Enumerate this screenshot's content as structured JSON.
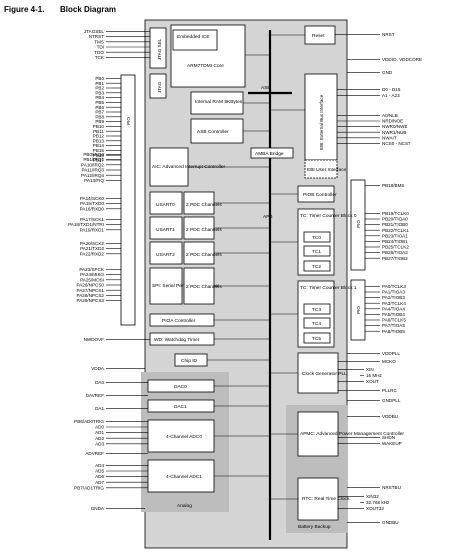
{
  "figure": {
    "number": "Figure 4-1.",
    "title": "Block Diagram"
  },
  "blocks": {
    "jtagsel_mux": "JTAG SEL",
    "embedded_ice": "Embedded ICE",
    "arm_core": "ARM7TDMI Core",
    "jtag": "JTAG",
    "internal_ram": "Internal RAM 8KBytes",
    "asb_controller": "ASB Controller",
    "asb": "ASB",
    "ebi": "EBI: External Bus Interface",
    "ebi_user": "EBI User Interface",
    "reset": "Reset",
    "amba_bridge": "AMBA Bridge",
    "aic": "AIC: Advanced Interrupt Controller",
    "pio_a_bar": "PIO",
    "usart0": "USART0",
    "usart1": "USART1",
    "usart2": "USART2",
    "pdc_ch": "2 PDC Channels",
    "spi": "SPI: Serial Peripheral Interface",
    "pioa_controller": "PIOA Controller",
    "watchdog": "WD: Watchdog Timer",
    "chip_id": "Chip ID",
    "dac0": "DAC0",
    "dac1": "DAC1",
    "adc0": "4-Channel ADC0",
    "adc1": "4-Channel ADC1",
    "analog_label": "Analog",
    "apb": "APB",
    "piob_controller": "PIOB Controller",
    "pio_b_bar": "PIO",
    "tc_block0": "TC: Timer Counter Block 0",
    "tc0": "TC0",
    "tc1": "TC1",
    "tc2": "TC2",
    "tc_block1": "TC: Timer Counter Block 1",
    "tc3": "TC3",
    "tc4": "TC4",
    "tc5": "TC5",
    "clock_gen": "Clock Generator PLL",
    "apmc": "APMC: Advanced Power Management Controller",
    "rtc": "RTC: Real Time Clock",
    "battery_label": "Battery Backup"
  },
  "pins": {
    "jtag": [
      "JTAGSEL",
      "NTRST",
      "TMS",
      "TDI",
      "TDO",
      "TCK"
    ],
    "pio_a_left": [
      "PB0",
      "PB1",
      "PB2",
      "PB3",
      "PB4",
      "PB5",
      "PB6",
      "PB7",
      "PB8",
      "PB9",
      "PB10",
      "PB11",
      "PB12",
      "PB13",
      "PB14",
      "PB15",
      "PB16",
      "PB17"
    ],
    "irq": [
      "PB0/IRQ0",
      "PB1/IRQ1",
      "PA10/IRQ2",
      "PA11/IRQ3",
      "PA12/IRQ4",
      "PA13/FIQ"
    ],
    "usart0": [
      "PA14/SCK0",
      "PA15/TXD0",
      "PA16/RXD0"
    ],
    "usart1": [
      "PA17/SCK1",
      "PA18/TXD1/NTRI",
      "PA19/RXD1"
    ],
    "usart2": [
      "PA20/SCK2",
      "PA21/TXD2",
      "PA22/RXD2"
    ],
    "spi": [
      "PA23/SPCK",
      "PA24/MISO",
      "PA25/MOSI",
      "PA26/NPCS0",
      "PA27/NPCS1",
      "PA28/NPCS2",
      "PA29/NPCS3"
    ],
    "nwdovf": "NWDOVF",
    "vdda": "VDDA",
    "dac_pins": [
      "DA0",
      "DAVREF",
      "DA1"
    ],
    "adc0_pins": [
      "PB6/AD0TRIG",
      "AD0",
      "AD1",
      "AD2",
      "AD3"
    ],
    "advref": "ADVREF",
    "adc1_pins": [
      "AD4",
      "AD5",
      "AD6",
      "AD7",
      "PB7/AD1TRIG"
    ],
    "gnda": "GNDA",
    "nrst": "NRST",
    "vdd_core": "VDDIO, VDDCORE",
    "gnd": "GND",
    "data_addr": [
      "D0 - D15",
      "A1 - A23"
    ],
    "ebi_ctrl": [
      "A0/NLB",
      "NRD/NOE",
      "NWR0/NWE",
      "NWR1/NUB",
      "NWAIT",
      "NCS0 - NCS7"
    ],
    "pb18": "PB18/BMS",
    "tc0_pins": [
      "PB19/TCLK0",
      "PB20/TIOA0",
      "PB21/TIOB0",
      "PB22/TCLK1",
      "PB23/TIOA1",
      "PB24/TIOB1",
      "PB25/TCLK2",
      "PB26/TIOA2",
      "PB27/TIOB2"
    ],
    "tc1_pins": [
      "PA0/TCLK3",
      "PA1/TIOA3",
      "PA2/TIOB3",
      "PA3/TCLK4",
      "PA4/TIOA4",
      "PA5/TIOB4",
      "PA6/TCLK5",
      "PA7/TIOA5",
      "PA8/TIOB5"
    ],
    "vddpll": "VDDPLL",
    "mcko": "MCKO",
    "xin": "XIN",
    "freq": "16 MHz",
    "xout": "XOUT",
    "pllrc": "PLLRC",
    "gndpll": "GNDPLL",
    "vddbu": "VDDBU",
    "shdn": "SHDN",
    "wakeup": "WAKEUP",
    "nrstbu": "NRSTBU",
    "xin32": "XIN32",
    "freq32": "32.768 kHz",
    "xout32": "XOUT32",
    "gndbu": "GNDBU"
  }
}
